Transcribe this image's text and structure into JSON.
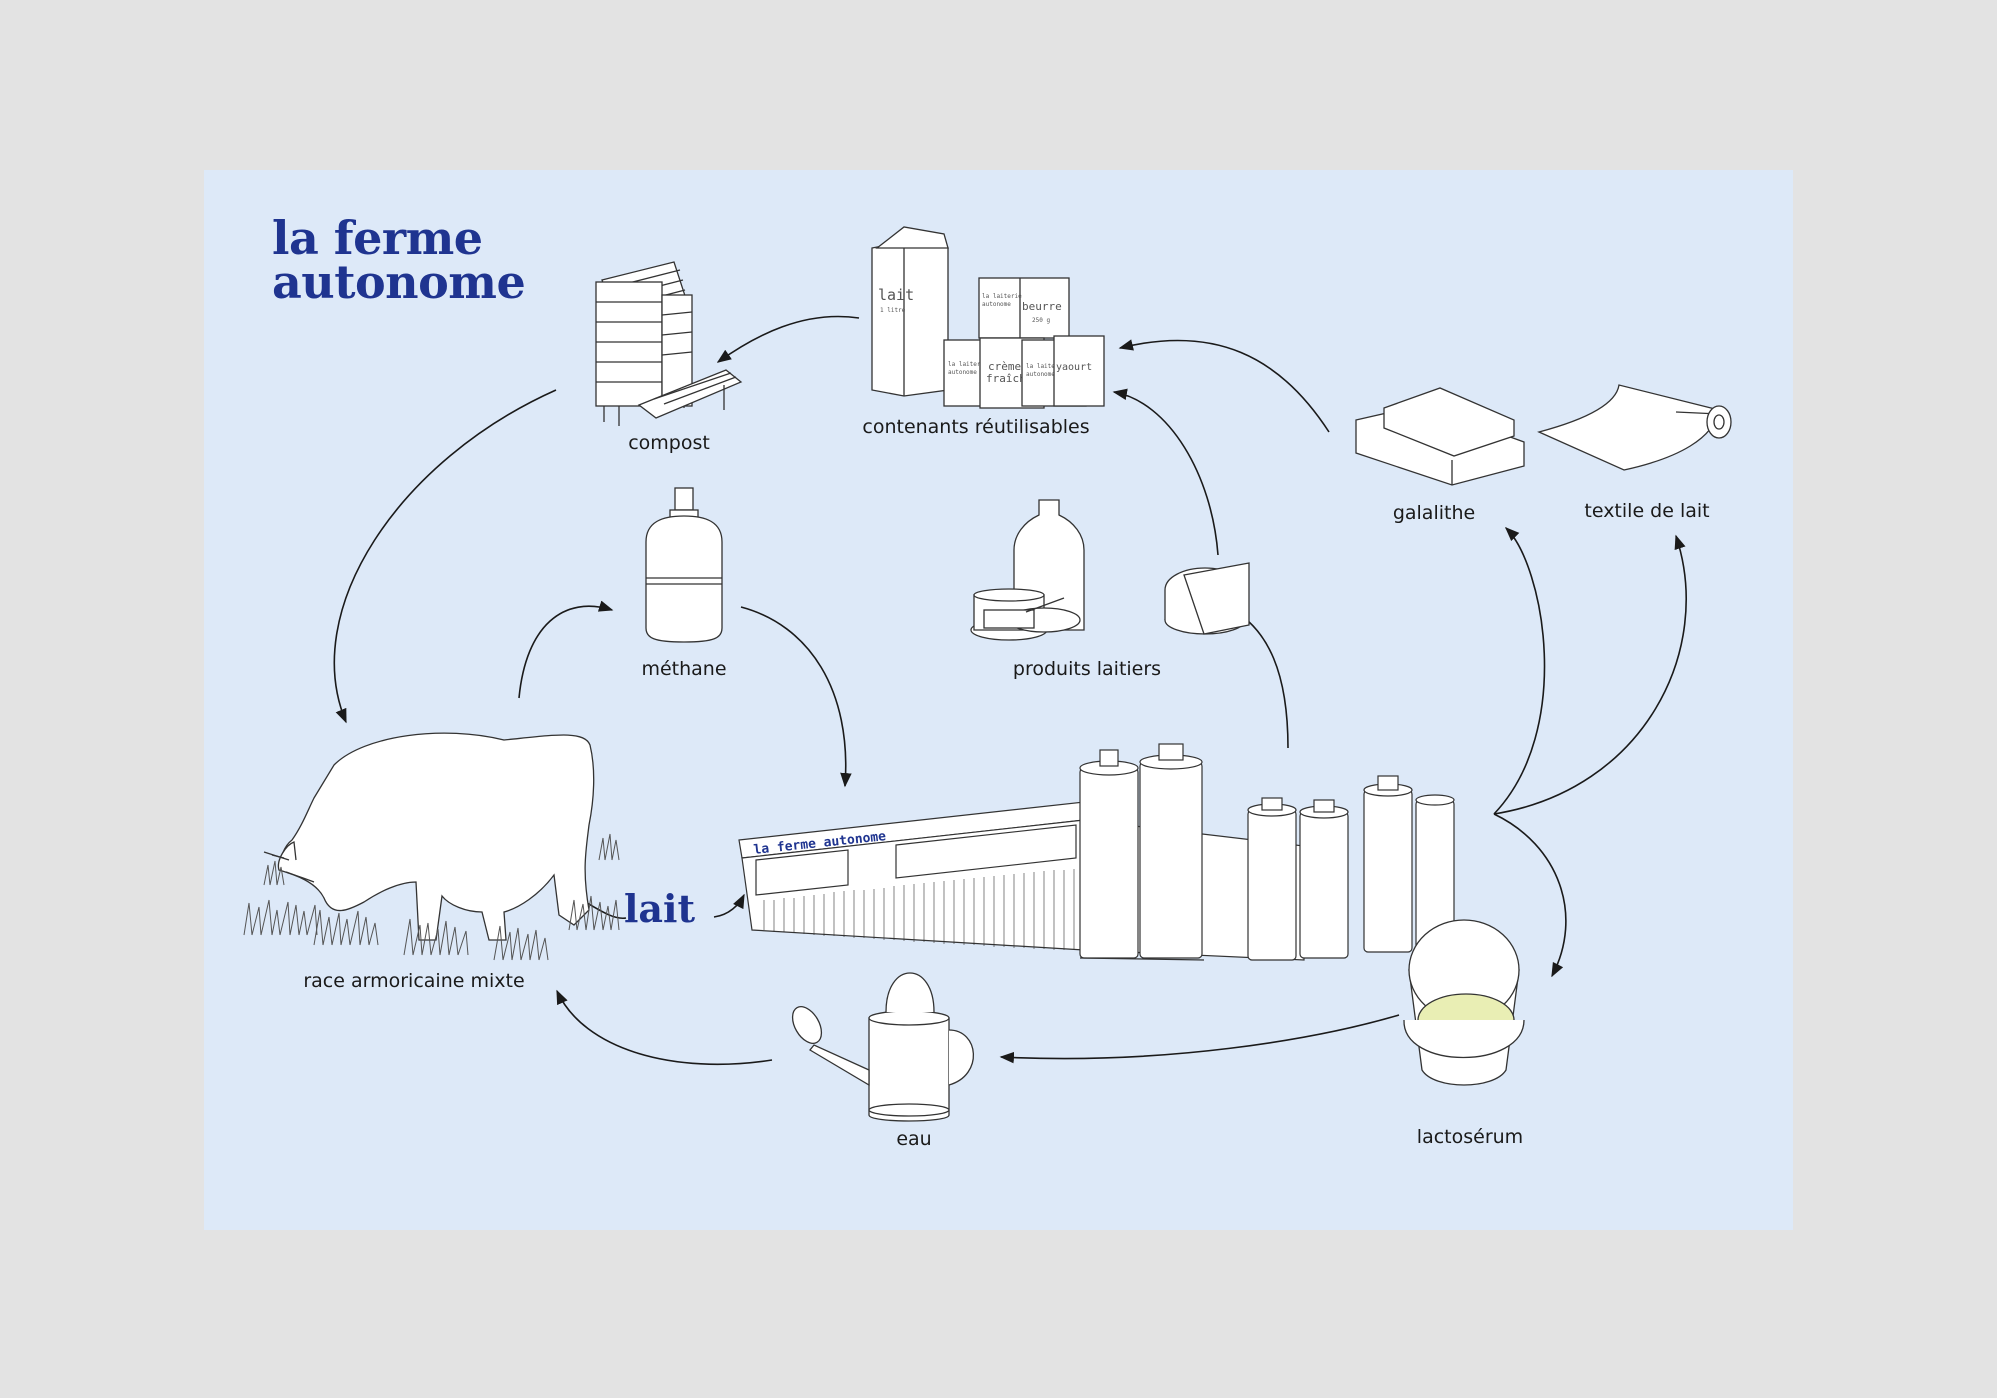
{
  "title": {
    "line1": "la ferme",
    "line2": "autonome"
  },
  "nodes": {
    "compost": "compost",
    "containers": "contenants réutilisables",
    "galalithe": "galalithe",
    "textile": "textile de lait",
    "methane": "méthane",
    "dairy": "produits laitiers",
    "cow": "race armoricaine mixte",
    "water": "eau",
    "whey": "lactosérum"
  },
  "flow_label": "lait",
  "factory_sign": "la ferme autonome",
  "packages": {
    "carton": "lait",
    "carton_sub": "1 litre",
    "butter": "beurre",
    "butter_sub": "250 g",
    "cream_l1": "crème",
    "cream_l2": "fraîche",
    "yogurt": "yaourt",
    "brand_l1": "la laiterie",
    "brand_l2": "autonome"
  },
  "colors": {
    "background": "#e3e3e3",
    "card": "#dde9f8",
    "title": "#1f3490",
    "line": "#1a1a1a",
    "whey_liquid": "#e9eeb4"
  }
}
